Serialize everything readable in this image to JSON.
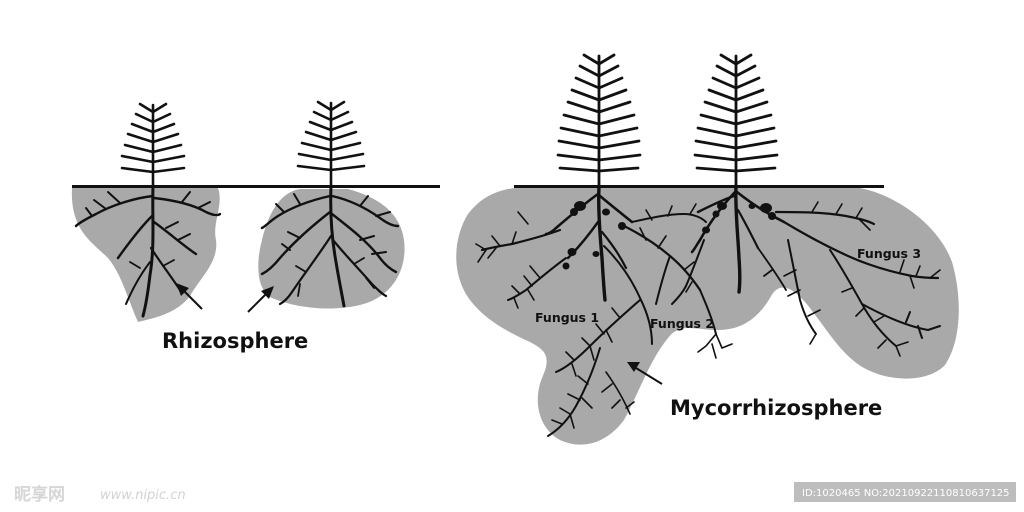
{
  "labels": {
    "rhizosphere": "Rhizosphere",
    "mycorrhizosphere": "Mycorrhizosphere",
    "fungus1": "Fungus 1",
    "fungus2": "Fungus 2",
    "fungus3": "Fungus 3"
  },
  "watermark": {
    "logo_text": "昵享网",
    "url": "www.nipic.cn",
    "id_text": "ID:1020465 NO:20210922110810637125"
  },
  "colors": {
    "soil_zone": "#a9a9a9",
    "roots": "#111111",
    "background": "#ffffff"
  }
}
